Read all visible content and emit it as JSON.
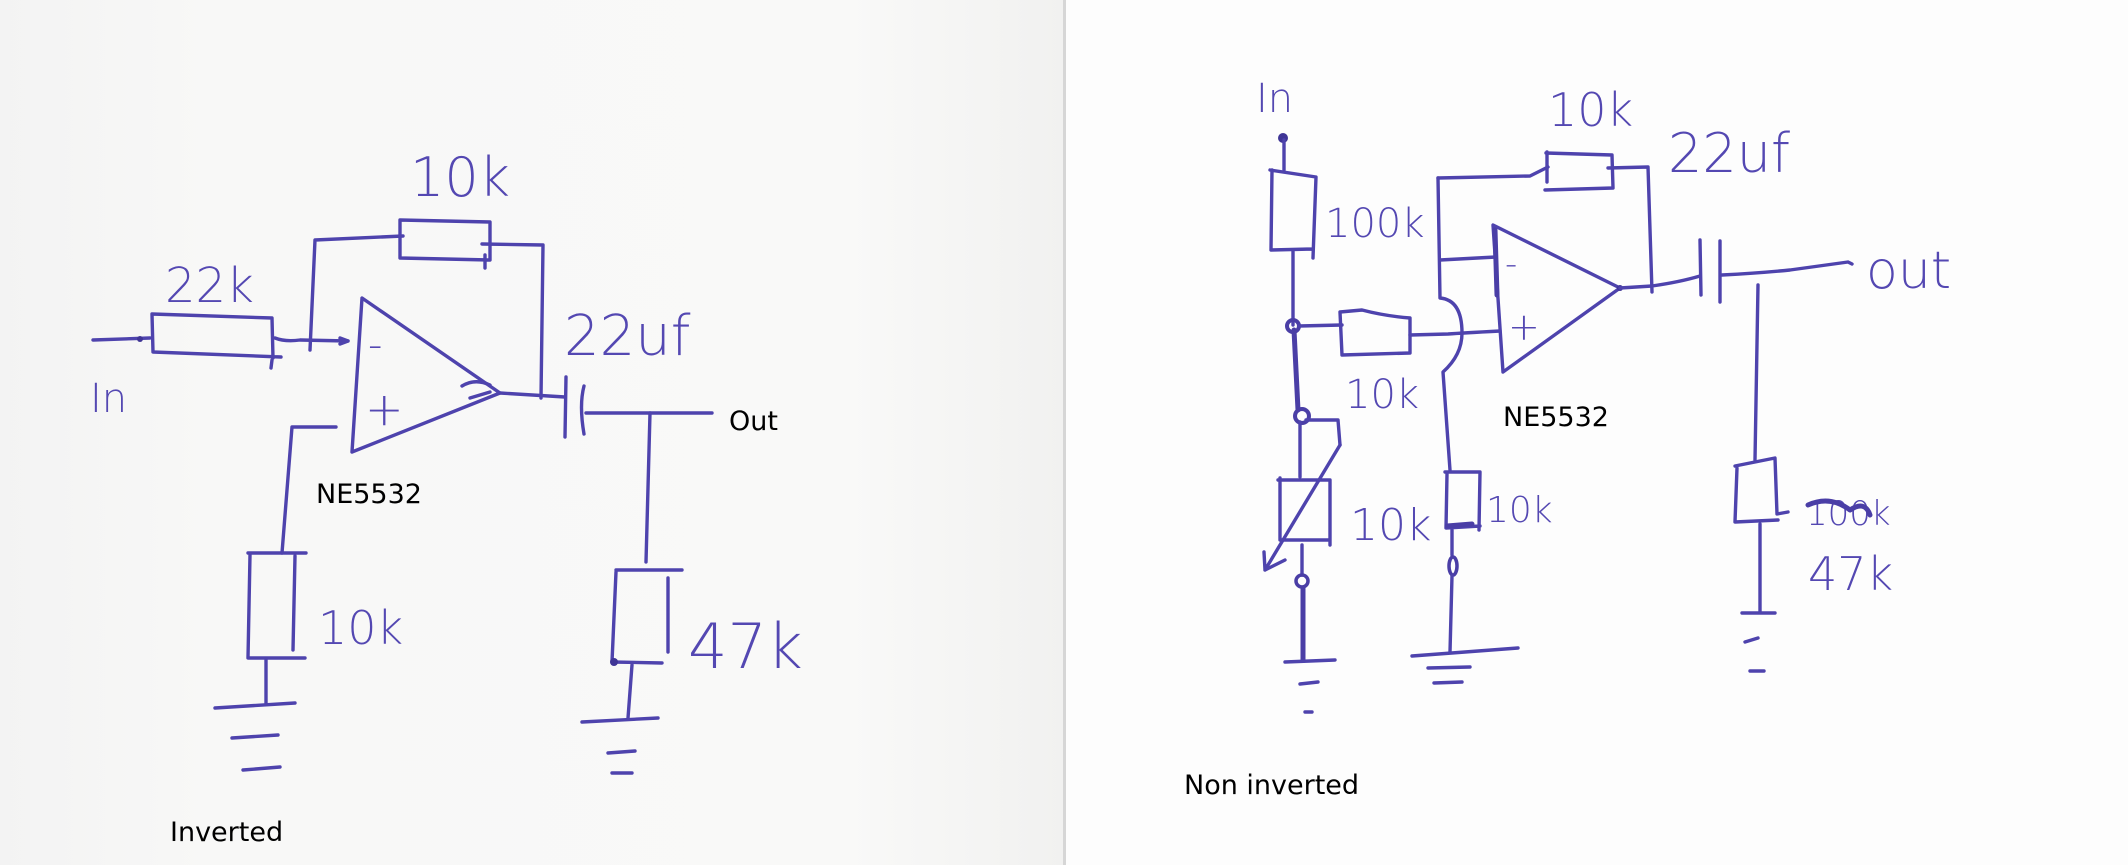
{
  "title": "Op-amp preamp schematics (hand-drawn)",
  "ink_color": "#4e43ad",
  "circuits": {
    "inverted": {
      "caption": "Inverted",
      "opamp_label": "NE5532",
      "input_label": "In",
      "output_label": "Out",
      "opamp_minus": "-",
      "opamp_plus": "+",
      "components": {
        "r_in": "22k",
        "r_feedback": "10k",
        "r_plus_to_ground": "10k",
        "c_out": "22uf",
        "r_out_to_ground": "47k"
      }
    },
    "non_inverted": {
      "caption": "Non inverted",
      "opamp_label": "NE5532",
      "input_label": "In",
      "output_label": "out",
      "opamp_minus": "-",
      "opamp_plus": "+",
      "components": {
        "r_in_series": "100k",
        "r_to_plus": "10k",
        "pot_to_ground": "10k",
        "r_minus_to_ground": "10k",
        "r_feedback": "10k",
        "c_out": "22uf",
        "r_out_crossed": "100k",
        "r_out_to_ground": "47k"
      }
    }
  }
}
